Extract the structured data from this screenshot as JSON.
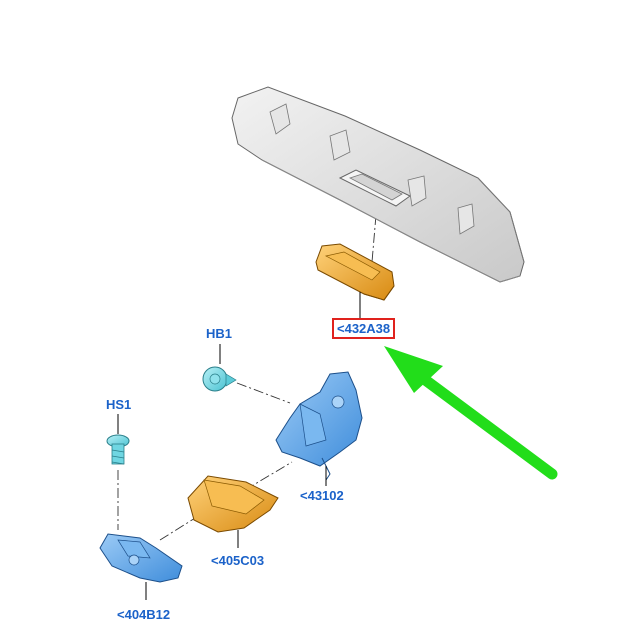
{
  "labels": {
    "handle_switch": "<432A38",
    "hb1": "HB1",
    "hs1": "HS1",
    "latch_mechanism": "<43102",
    "cover": "<405C03",
    "bracket": "<404B12"
  },
  "colors": {
    "label_blue": "#1b62c9",
    "highlight_red": "#e0221d",
    "arrow_green": "#22dd1a",
    "part_blue": "#5aa4ec",
    "part_orange": "#f3a92f",
    "part_gray": "#dedede",
    "fastener_teal": "#6fd6e2"
  },
  "icons": {
    "pointer": "green-arrow-icon"
  }
}
